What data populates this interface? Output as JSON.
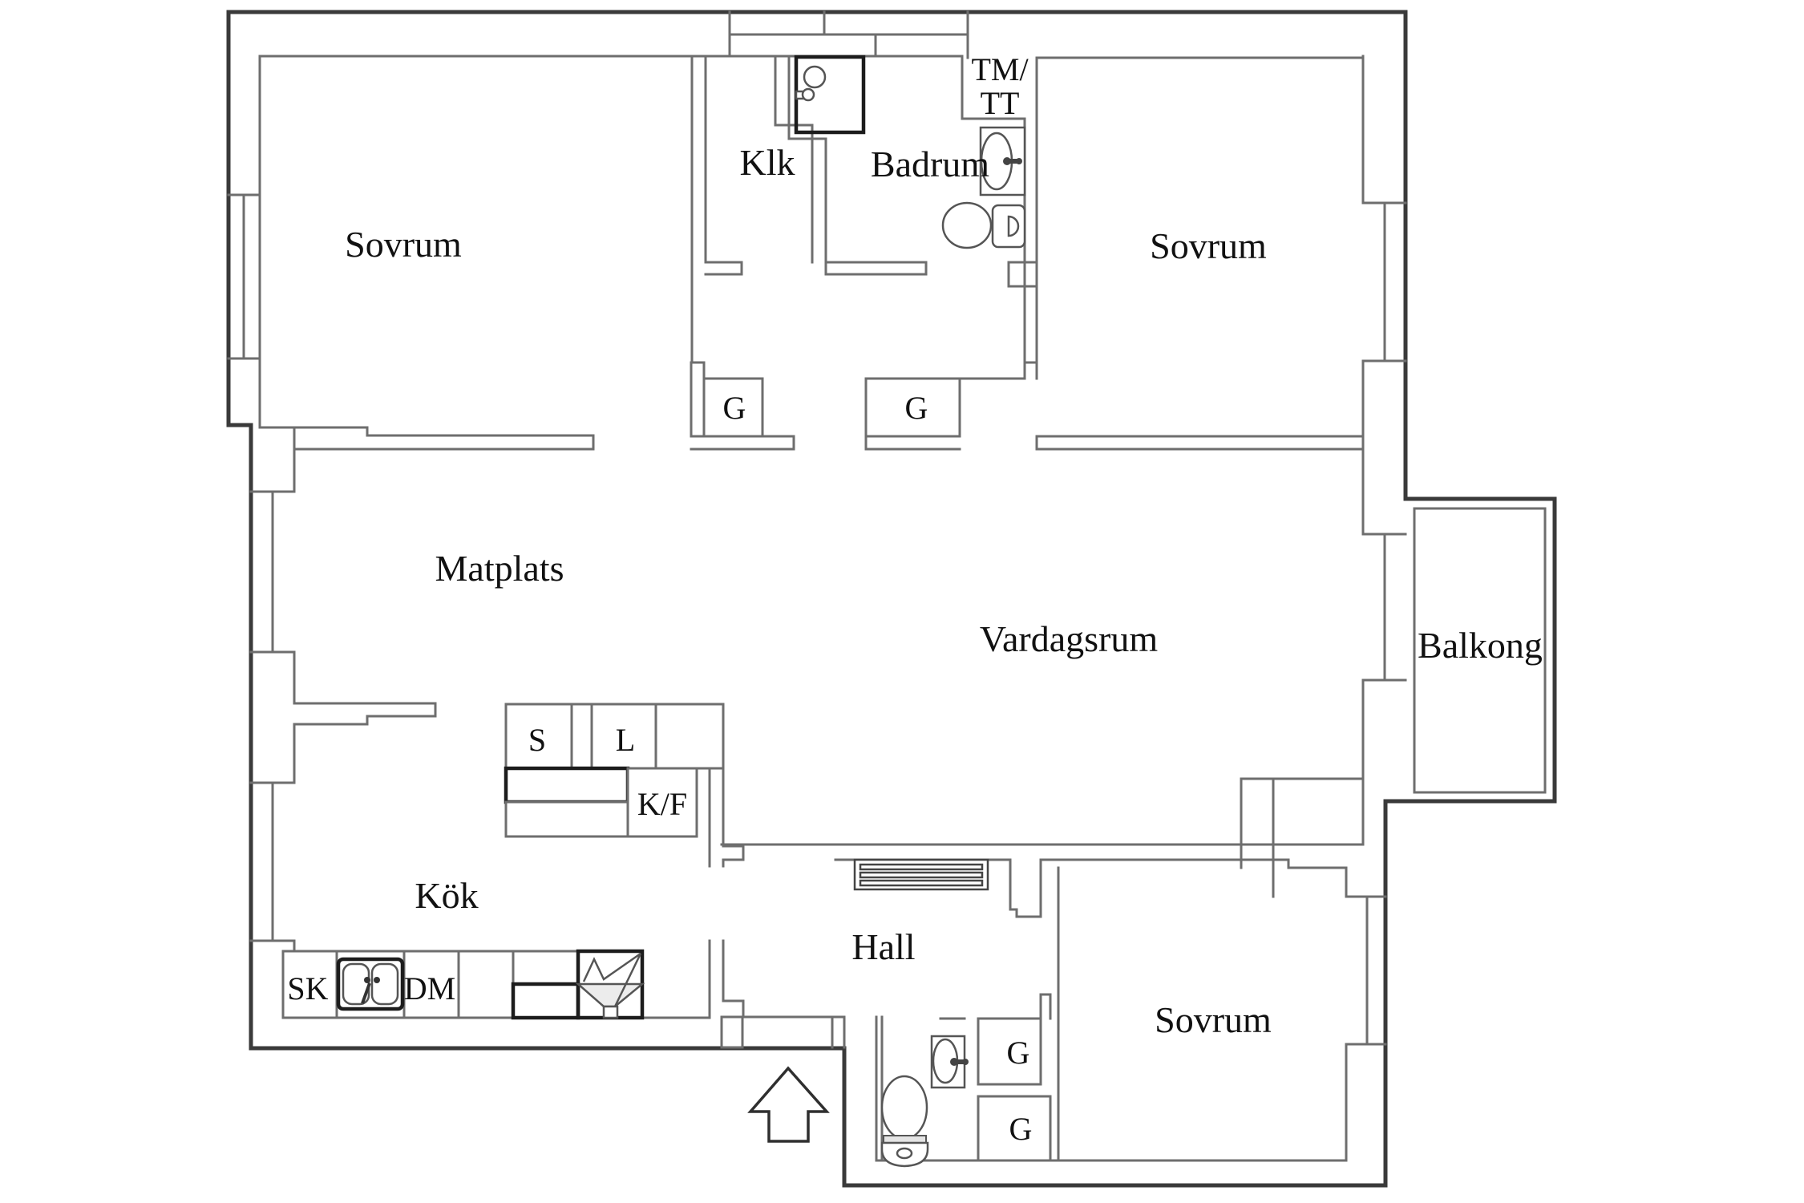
{
  "plan": {
    "type": "floor-plan",
    "language": "Swedish",
    "colors": {
      "wall": "#6e6e6e",
      "outline": "#3a3a3a",
      "fixture": "#555555",
      "text": "#111111",
      "shade": "#ececec",
      "background": "#ffffff"
    }
  },
  "rooms": {
    "bedroom_top_left": {
      "label": "Sovrum"
    },
    "closet": {
      "label": "Klk"
    },
    "bathroom": {
      "label": "Badrum"
    },
    "laundry": {
      "line1": "TM/",
      "line2": "TT"
    },
    "bedroom_top_right": {
      "label": "Sovrum"
    },
    "dining": {
      "label": "Matplats"
    },
    "living": {
      "label": "Vardagsrum"
    },
    "balcony": {
      "label": "Balkong"
    },
    "kitchen": {
      "label": "Kök"
    },
    "hall": {
      "label": "Hall"
    },
    "bedroom_bottom_right": {
      "label": "Sovrum"
    }
  },
  "fixtures": {
    "wardrobe_1": "G",
    "wardrobe_2": "G",
    "wardrobe_3": "G",
    "wardrobe_4": "G",
    "pantry": "S",
    "linen_cabinet": "L",
    "fridge_freezer": "K/F",
    "cleaning_closet": "SK",
    "dishwasher": "DM"
  },
  "icons": {
    "entry_arrow": "entry-arrow-icon",
    "shower": "shower-cabin-icon",
    "toilet_bathroom": "toilet-icon",
    "toilet_wc": "toilet-icon",
    "sink_bathroom": "washbasin-icon",
    "sink_wc": "washbasin-icon",
    "kitchen_sink": "double-sink-icon",
    "stove": "stove-fan-icon",
    "hat_shelf": "slatted-shelf-icon"
  }
}
